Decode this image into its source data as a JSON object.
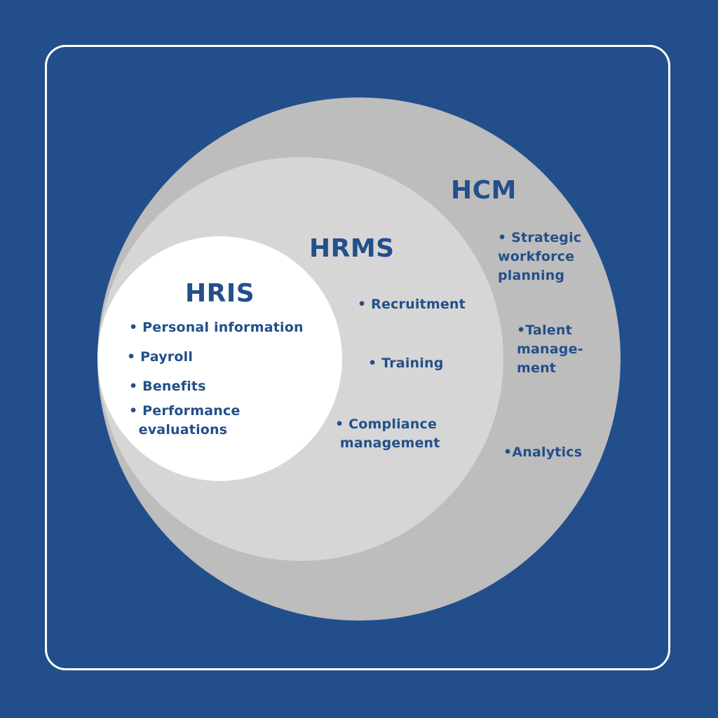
{
  "colors": {
    "background": "#224f8b",
    "frame_border": "#ffffff",
    "hcm_circle": "#bdbdbd",
    "hrms_circle": "#d6d6d6",
    "hris_circle": "#ffffff",
    "text": "#234f8a"
  },
  "hcm": {
    "title": "HCM",
    "items": [
      "• Strategic\nworkforce\nplanning",
      "•Talent\nmanage-\nment",
      "•Analytics"
    ]
  },
  "hrms": {
    "title": "HRMS",
    "items": [
      "• Recruitment",
      "• Training",
      "• Compliance\n management"
    ]
  },
  "hris": {
    "title": "HRIS",
    "items": [
      "• Personal information",
      "• Payroll",
      "• Benefits",
      "• Performance\n  evaluations"
    ]
  }
}
